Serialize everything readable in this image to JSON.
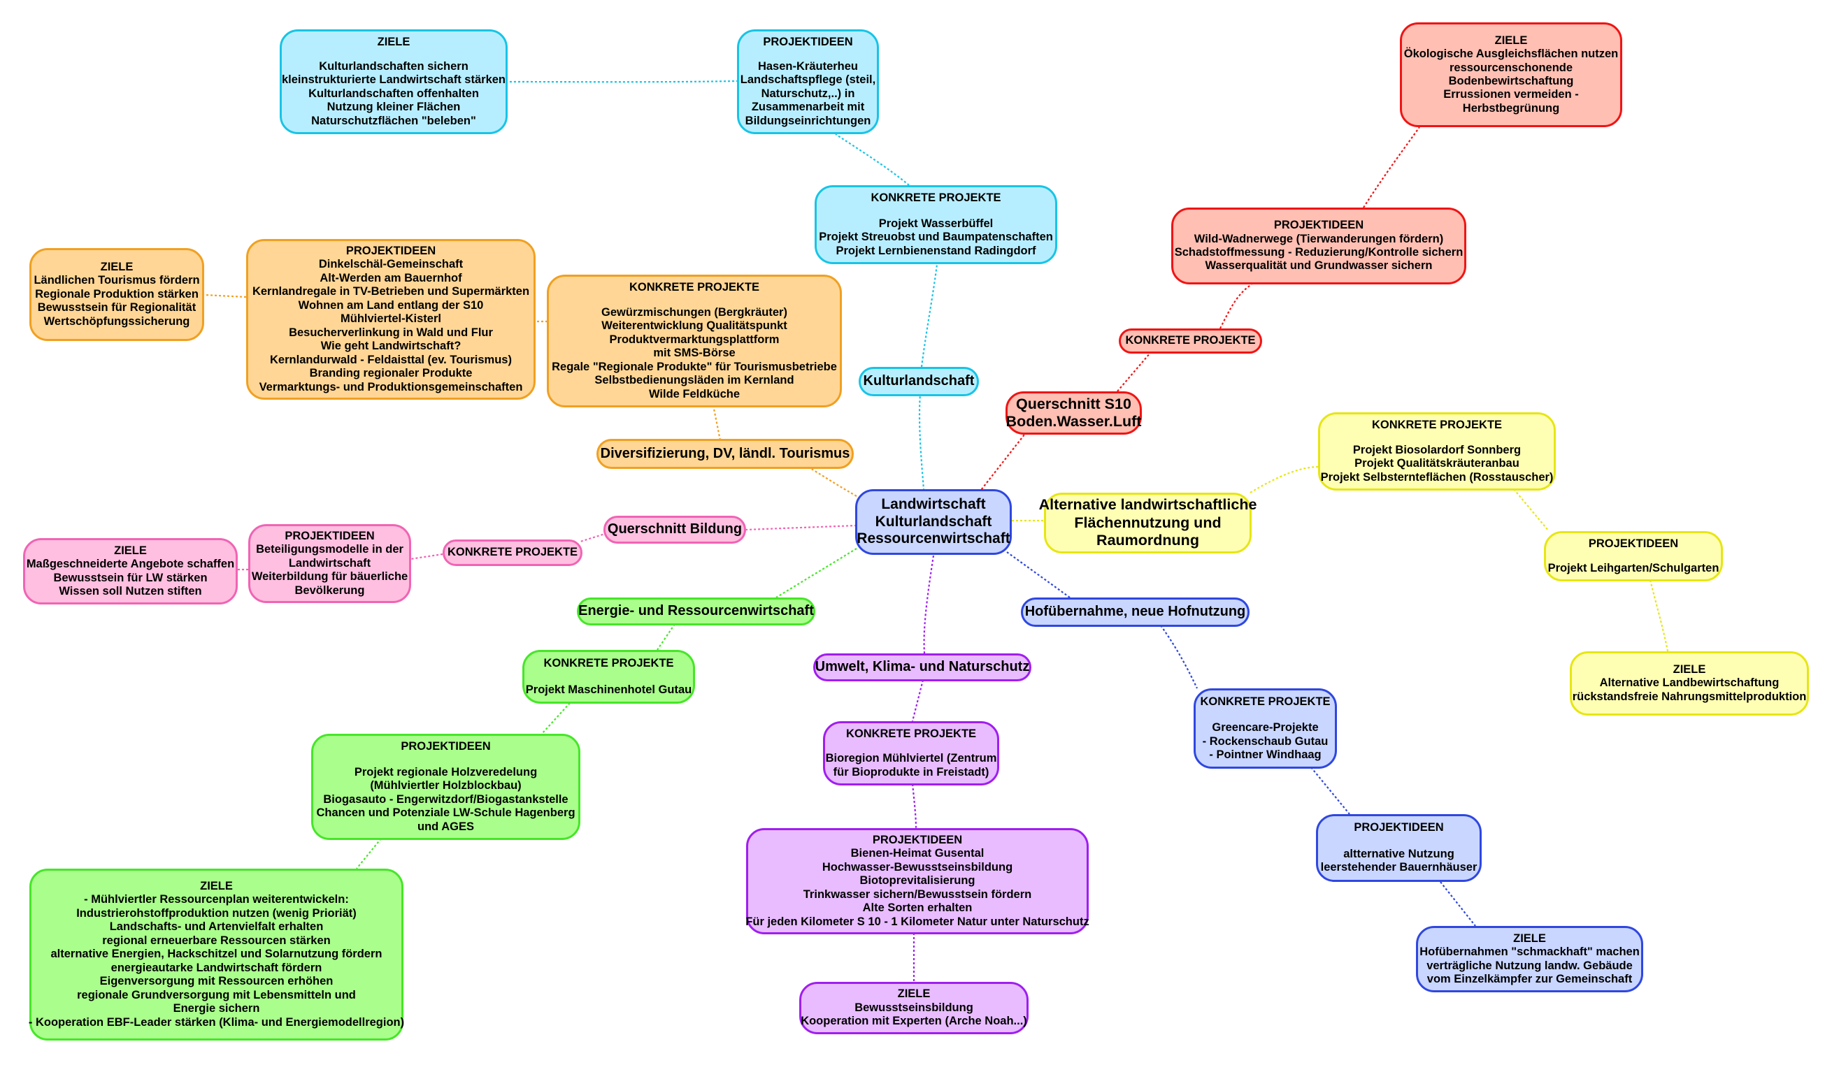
{
  "colors": {
    "blue": {
      "fill": "#c9d6ff",
      "border": "#2f47e0",
      "line": "#2f47e0"
    },
    "cyan": {
      "fill": "#b7eeff",
      "border": "#18c4e6",
      "line": "#18c4e6"
    },
    "orange": {
      "fill": "#ffd695",
      "border": "#f0a022",
      "line": "#f0a022"
    },
    "red": {
      "fill": "#ffbfb3",
      "border": "#f01414",
      "line": "#f01414"
    },
    "yellow": {
      "fill": "#ffffb4",
      "border": "#e6e614",
      "line": "#e6e614"
    },
    "pink": {
      "fill": "#ffbfe0",
      "border": "#f064b4",
      "line": "#f064b4"
    },
    "green": {
      "fill": "#aaff8c",
      "border": "#46e628",
      "line": "#46e628"
    },
    "purple": {
      "fill": "#e8bcff",
      "border": "#a01ef0",
      "line": "#a01ef0"
    }
  },
  "nodes": {
    "center": {
      "lines": [
        "Landwirtschaft",
        "Kulturlandschaft",
        "Ressourcenwirtschaft"
      ]
    },
    "kultur": {
      "lines": [
        "Kulturlandschaft"
      ]
    },
    "kultur_konkret": {
      "lines": [
        "KONKRETE PROJEKTE",
        "",
        "Projekt Wasserbüffel",
        "Projekt Streuobst und Baumpatenschaften",
        "Projekt Lernbienenstand Radingdorf"
      ]
    },
    "kultur_ideen": {
      "lines": [
        "PROJEKTIDEEN",
        "",
        "Hasen-Kräuterheu",
        "Landschaftspflege (steil,",
        "Naturschutz,..) in",
        "Zusammenarbeit mit",
        "Bildungseinrichtungen"
      ]
    },
    "kultur_ziele": {
      "lines": [
        "ZIELE",
        "",
        "Kulturlandschaften sichern",
        "kleinstrukturierte Landwirtschaft stärken",
        "Kulturlandschaften offenhalten",
        "Nutzung kleiner Flächen",
        "Naturschutzflächen \"beleben\""
      ]
    },
    "divers": {
      "lines": [
        "Diversifizierung, DV, ländl. Tourismus"
      ]
    },
    "divers_konkret": {
      "lines": [
        "KONKRETE PROJEKTE",
        "",
        "Gewürzmischungen (Bergkräuter)",
        "Weiterentwicklung Qualitätspunkt",
        "Produktvermarktungsplattform",
        "mit SMS-Börse",
        "Regale \"Regionale Produkte\" für Tourismusbetriebe",
        "Selbstbedienungsläden im Kernland",
        "Wilde Feldküche"
      ]
    },
    "divers_ideen": {
      "lines": [
        "PROJEKTIDEEN",
        "Dinkelschäl-Gemeinschaft",
        "Alt-Werden am Bauernhof",
        "Kernlandregale in TV-Betrieben und Supermärkten",
        "Wohnen am Land entlang der S10",
        "Mühlviertel-Kisterl",
        "Besucherverlinkung in Wald und Flur",
        "Wie geht Landwirtschaft?",
        "Kernlandurwald - Feldaisttal (ev. Tourismus)",
        "Branding regionaler Produkte",
        "Vermarktungs- und Produktionsgemeinschaften"
      ]
    },
    "divers_ziele": {
      "lines": [
        "ZIELE",
        "Ländlichen Tourismus fördern",
        "Regionale Produktion stärken",
        "Bewusstsein für Regionalität",
        "Wertschöpfungssicherung"
      ]
    },
    "s10": {
      "lines": [
        "Querschnitt S10",
        "Boden.Wasser.Luft"
      ]
    },
    "s10_konkret": {
      "lines": [
        "KONKRETE PROJEKTE"
      ]
    },
    "s10_ideen": {
      "lines": [
        "PROJEKTIDEEN",
        "Wild-Wadnerwege (Tierwanderungen fördern)",
        "Schadstoffmessung - Reduzierung/Kontrolle sichern",
        "Wasserqualität und Grundwasser sichern"
      ]
    },
    "s10_ziele": {
      "lines": [
        "ZIELE",
        "Ökologische Ausgleichsflächen nutzen",
        "ressourcenschonende",
        "Bodenbewirtschaftung",
        "Errussionen vermeiden -",
        "Herbstbegrünung"
      ]
    },
    "alt": {
      "lines": [
        "Alternative landwirtschaftliche",
        "Flächennutzung und",
        "Raumordnung"
      ]
    },
    "alt_konkret": {
      "lines": [
        "KONKRETE PROJEKTE",
        "",
        "Projekt Biosolardorf Sonnberg",
        "Projekt Qualitätskräuteranbau",
        "Projekt Selbsternteflächen (Rosstauscher)"
      ]
    },
    "alt_ideen": {
      "lines": [
        "PROJEKTIDEEN",
        "",
        "Projekt Leihgarten/Schulgarten"
      ]
    },
    "alt_ziele": {
      "lines": [
        "ZIELE",
        "Alternative Landbewirtschaftung",
        "rückstandsfreie Nahrungsmittelproduktion"
      ]
    },
    "bildung": {
      "lines": [
        "Querschnitt Bildung"
      ]
    },
    "bildung_konkret": {
      "lines": [
        "KONKRETE PROJEKTE"
      ]
    },
    "bildung_ideen": {
      "lines": [
        "PROJEKTIDEEN",
        "Beteiligungsmodelle in der",
        "Landwirtschaft",
        "Weiterbildung für bäuerliche",
        "Bevölkerung"
      ]
    },
    "bildung_ziele": {
      "lines": [
        "ZIELE",
        "Maßgeschneiderte Angebote schaffen",
        "Bewusstsein für LW stärken",
        "Wissen soll Nutzen stiften"
      ]
    },
    "energie": {
      "lines": [
        "Energie- und Ressourcenwirtschaft"
      ]
    },
    "energie_konkret": {
      "lines": [
        "KONKRETE PROJEKTE",
        "",
        "Projekt Maschinenhotel Gutau"
      ]
    },
    "energie_ideen": {
      "lines": [
        "PROJEKTIDEEN",
        "",
        "Projekt regionale Holzveredelung",
        "(Mühlviertler Holzblockbau)",
        "Biogasauto - Engerwitzdorf/Biogastankstelle",
        "Chancen und Potenziale LW-Schule Hagenberg",
        "und AGES"
      ]
    },
    "energie_ziele": {
      "lines": [
        "ZIELE",
        "- Mühlviertler Ressourcenplan weiterentwickeln:",
        "Industrierohstoffproduktion nutzen (wenig Prioriät)",
        "Landschafts- und Artenvielfalt erhalten",
        "regional erneuerbare Ressourcen stärken",
        "alternative Energien, Hackschitzel und Solarnutzung fördern",
        "energieautarke Landwirtschaft fördern",
        "Eigenversorgung mit Ressourcen erhöhen",
        "regionale Grundversorgung mit Lebensmitteln und",
        "Energie sichern",
        "- Kooperation EBF-Leader stärken (Klima- und Energiemodellregion)"
      ]
    },
    "umwelt": {
      "lines": [
        "Umwelt, Klima- und Naturschutz"
      ]
    },
    "umwelt_konkret": {
      "lines": [
        "KONKRETE PROJEKTE",
        "",
        "Bioregion Mühlviertel (Zentrum",
        "für Bioprodukte in Freistadt)"
      ]
    },
    "umwelt_ideen": {
      "lines": [
        "PROJEKTIDEEN",
        "Bienen-Heimat Gusental",
        "Hochwasser-Bewusstseinsbildung",
        "Biotoprevitalisierung",
        "Trinkwasser sichern/Bewusstsein fördern",
        "Alte Sorten erhalten",
        "Für jeden Kilometer S 10 - 1 Kilometer Natur unter Naturschutz"
      ]
    },
    "umwelt_ziele": {
      "lines": [
        "ZIELE",
        "Bewusstseinsbildung",
        "Kooperation mit Experten (Arche Noah...)"
      ]
    },
    "hof": {
      "lines": [
        "Hofübernahme, neue Hofnutzung"
      ]
    },
    "hof_konkret": {
      "lines": [
        "KONKRETE PROJEKTE",
        "",
        "Greencare-Projekte",
        "- Rockenschaub Gutau",
        "- Pointner Windhaag"
      ]
    },
    "hof_ideen": {
      "lines": [
        "PROJEKTIDEEN",
        "",
        "altternative Nutzung",
        "leerstehender Bauernhäuser"
      ]
    },
    "hof_ziele": {
      "lines": [
        "ZIELE",
        "Hofübernahmen \"schmackhaft\" machen",
        "verträgliche Nutzung landw. Gebäude",
        "vom Einzelkämpfer zur Gemeinschaft"
      ]
    }
  }
}
